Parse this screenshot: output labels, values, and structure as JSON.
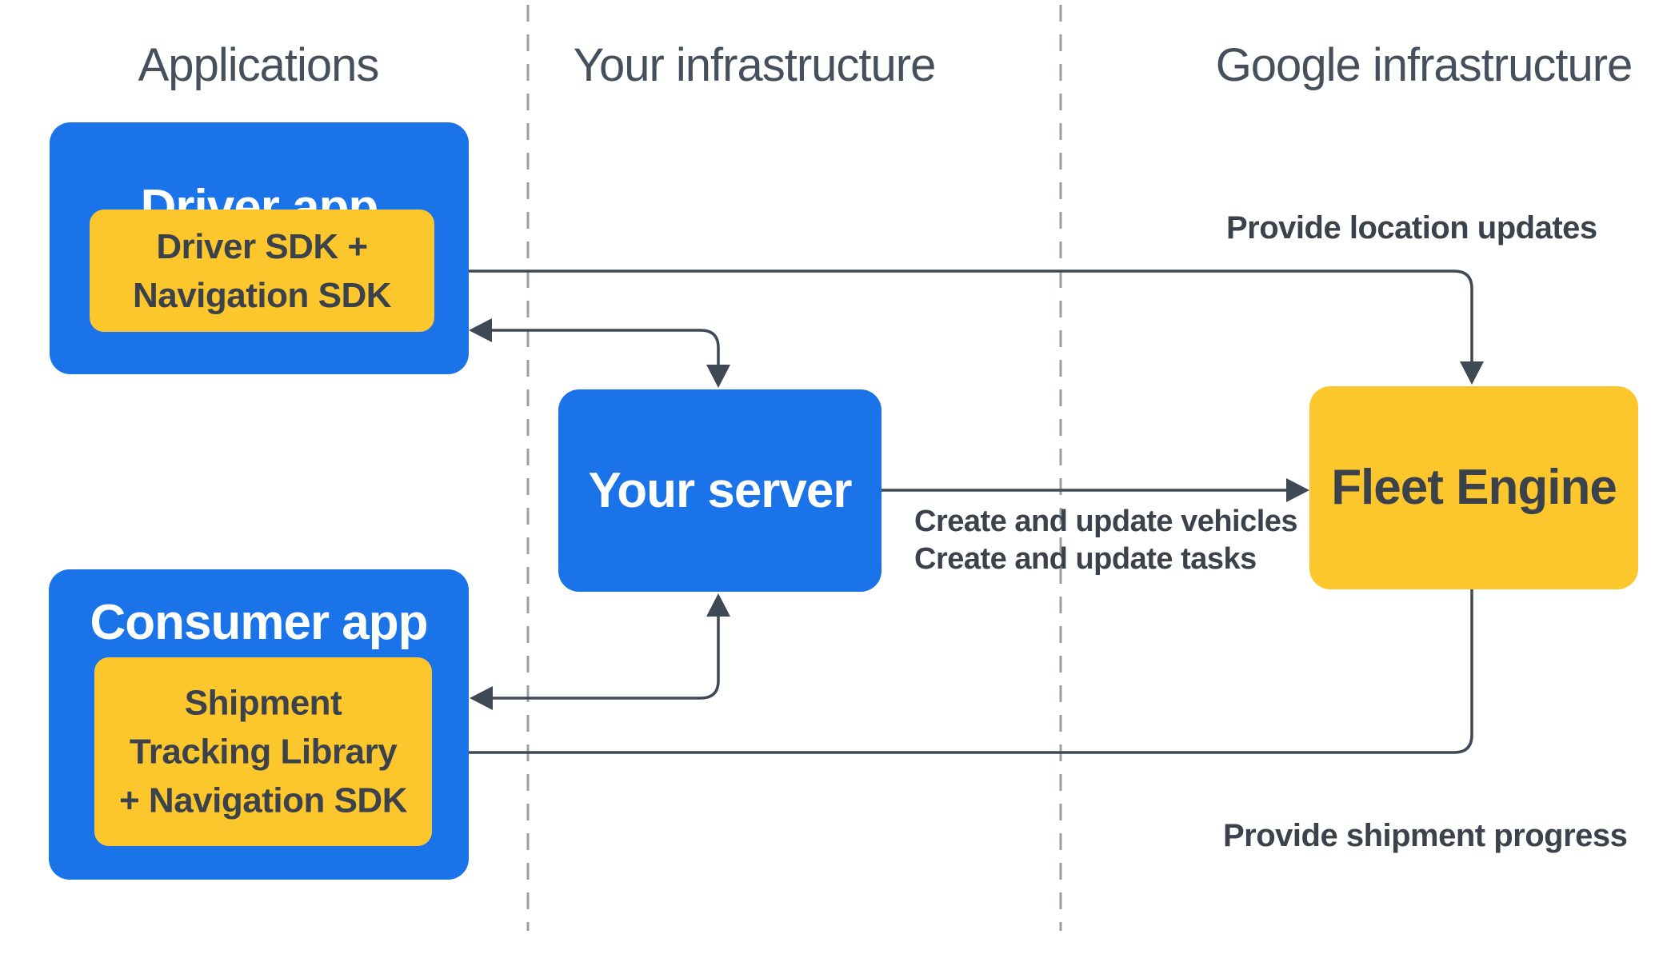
{
  "columns": [
    {
      "label": "Applications"
    },
    {
      "label": "Your infrastructure"
    },
    {
      "label": "Google infrastructure"
    }
  ],
  "nodes": {
    "driver_app": {
      "title": "Driver app",
      "sdk_line1": "Driver SDK +",
      "sdk_line2": "Navigation SDK"
    },
    "your_server": {
      "title": "Your server"
    },
    "fleet_engine": {
      "title": "Fleet Engine"
    },
    "consumer_app": {
      "title": "Consumer app",
      "lib_line1": "Shipment",
      "lib_line2": "Tracking Library",
      "lib_line3": "+ Navigation SDK"
    }
  },
  "edge_labels": {
    "provide_location_updates": "Provide location updates",
    "create_update_line1": "Create and update vehicles",
    "create_update_line2": "Create and update tasks",
    "provide_shipment_progress": "Provide shipment progress"
  },
  "colors": {
    "blue": "#1a73e8",
    "yellow": "#fcc72c",
    "text_dark": "#3c424c",
    "arrow": "#3f4956",
    "dashed": "#9aa0a6",
    "header": "#464f5c",
    "white": "#ffffff",
    "bg": "#ffffff"
  }
}
